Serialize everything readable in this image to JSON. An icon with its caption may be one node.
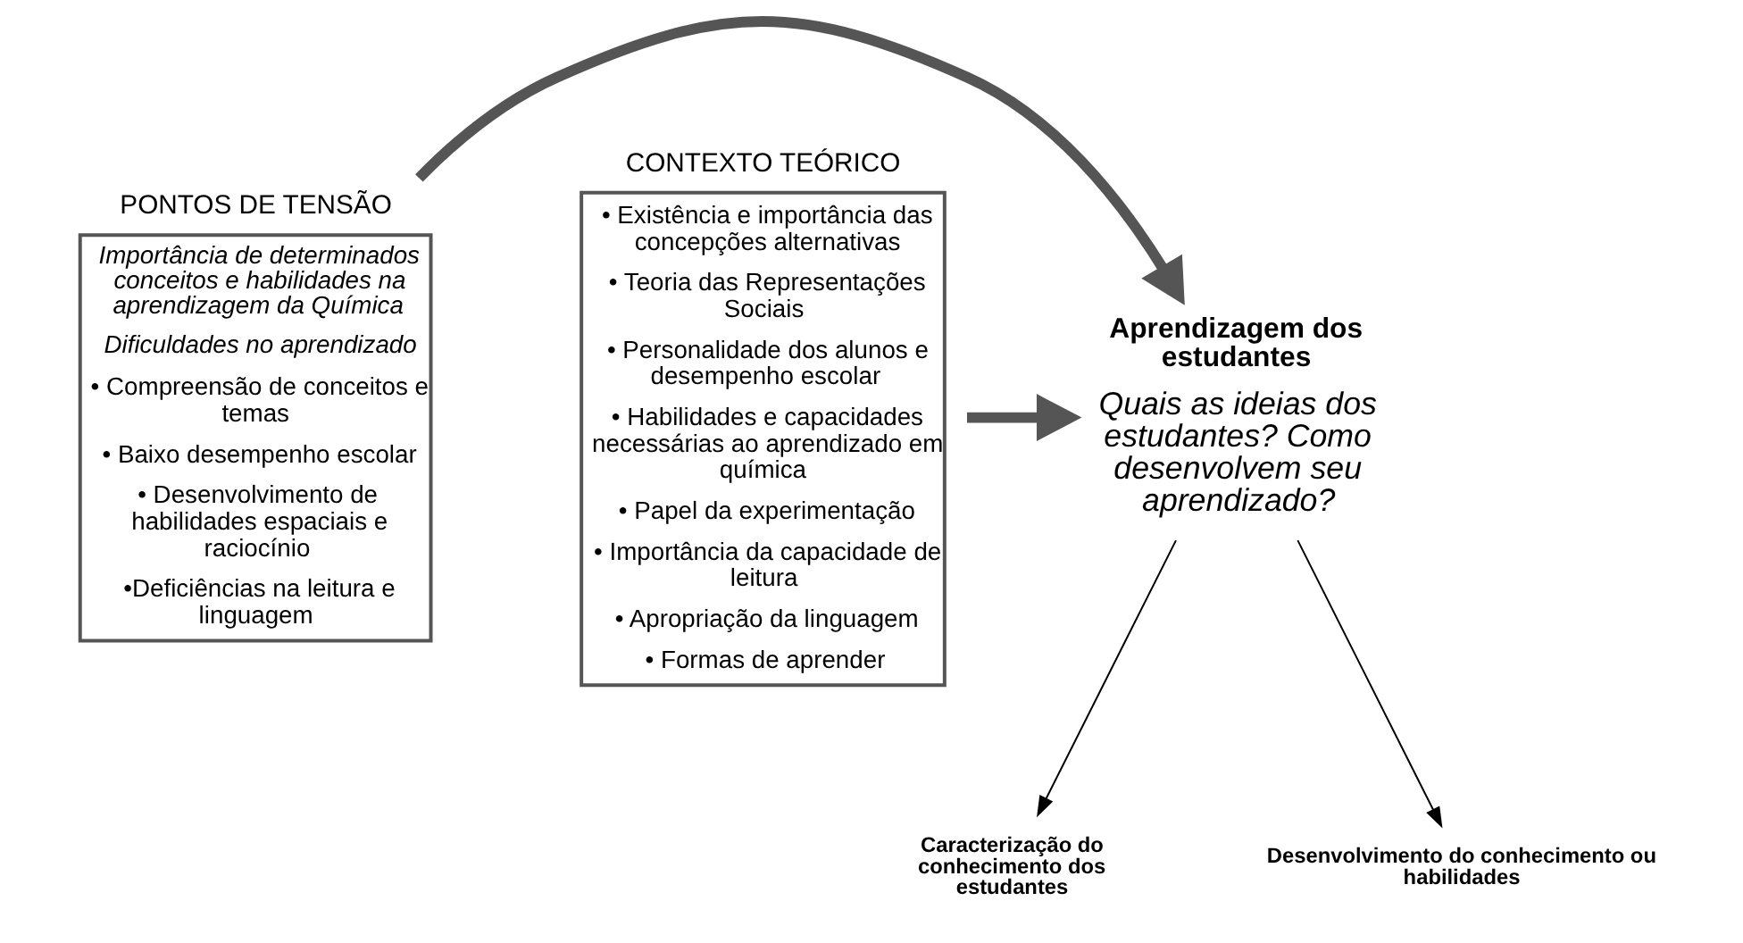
{
  "diagram": {
    "nodes": [
      {
        "text": [
          "PONTOS DE TENSÃO",
          "Importância de determinados conceitos e habilidades na aprendizagem da Química",
          "Dificuldades no aprendizado",
          "• Compreensão de conceitos e temas",
          "• Baixo desempenho escolar",
          "• Desenvolvimento de habilidades espaciais e raciocínio",
          "•Deficiências na leitura e linguagem"
        ]
      },
      {
        "text": [
          "Aprendizagem dos estudantes",
          "Quais as ideias dos estudantes? Como desenvolvem seu aprendizado?"
        ]
      },
      {
        "text": [
          "CONTEXTO TEÓRICO",
          "• Existência e importância das concepções alternativas",
          "• Teoria das Representações Sociais",
          "• Personalidade dos alunos e desempenho escolar",
          "• Habilidades e capacidades necessárias ao aprendizado em química",
          "• Papel da experimentação",
          "• Importância da capacidade de leitura",
          "• Apropriação da linguagem",
          "• Formas de aprender"
        ]
      },
      {
        "text": [
          "Caracterização do conhecimento dos estudantes"
        ]
      },
      {
        "text": [
          "Desenvolvimento do conhecimento ou habilidades"
        ]
      }
    ],
    "edges": [
      {
        "from": 0,
        "to": 1,
        "arrow": "to",
        "style": "thick"
      },
      {
        "from": 2,
        "to": 1,
        "arrow": "to",
        "style": "thick"
      },
      {
        "from": 1,
        "to": 3,
        "arrow": "to"
      },
      {
        "from": 1,
        "to": 4,
        "arrow": "to"
      }
    ]
  }
}
